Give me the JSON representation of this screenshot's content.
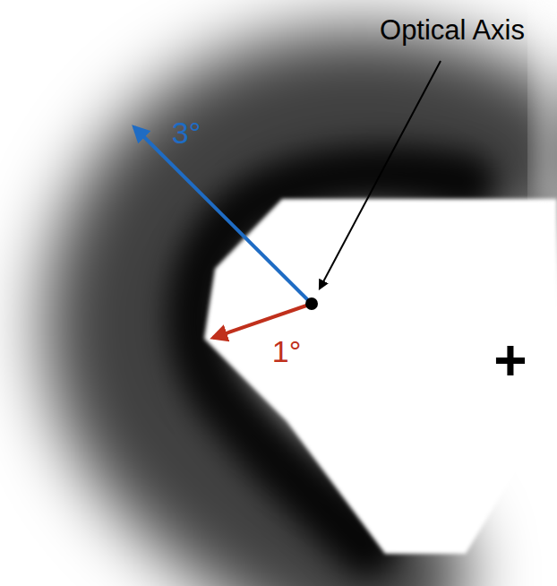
{
  "diagram": {
    "labels": [
      "Optical Axis",
      "3°",
      "1°",
      "+"
    ]
  }
}
